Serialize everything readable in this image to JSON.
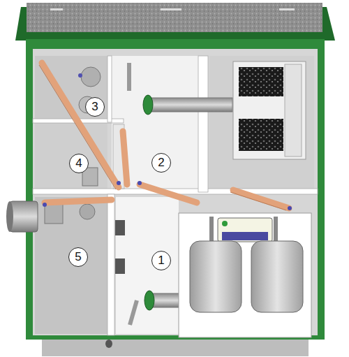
{
  "diagram": {
    "labels": [
      "3",
      "4",
      "2",
      "5",
      "1"
    ]
  }
}
